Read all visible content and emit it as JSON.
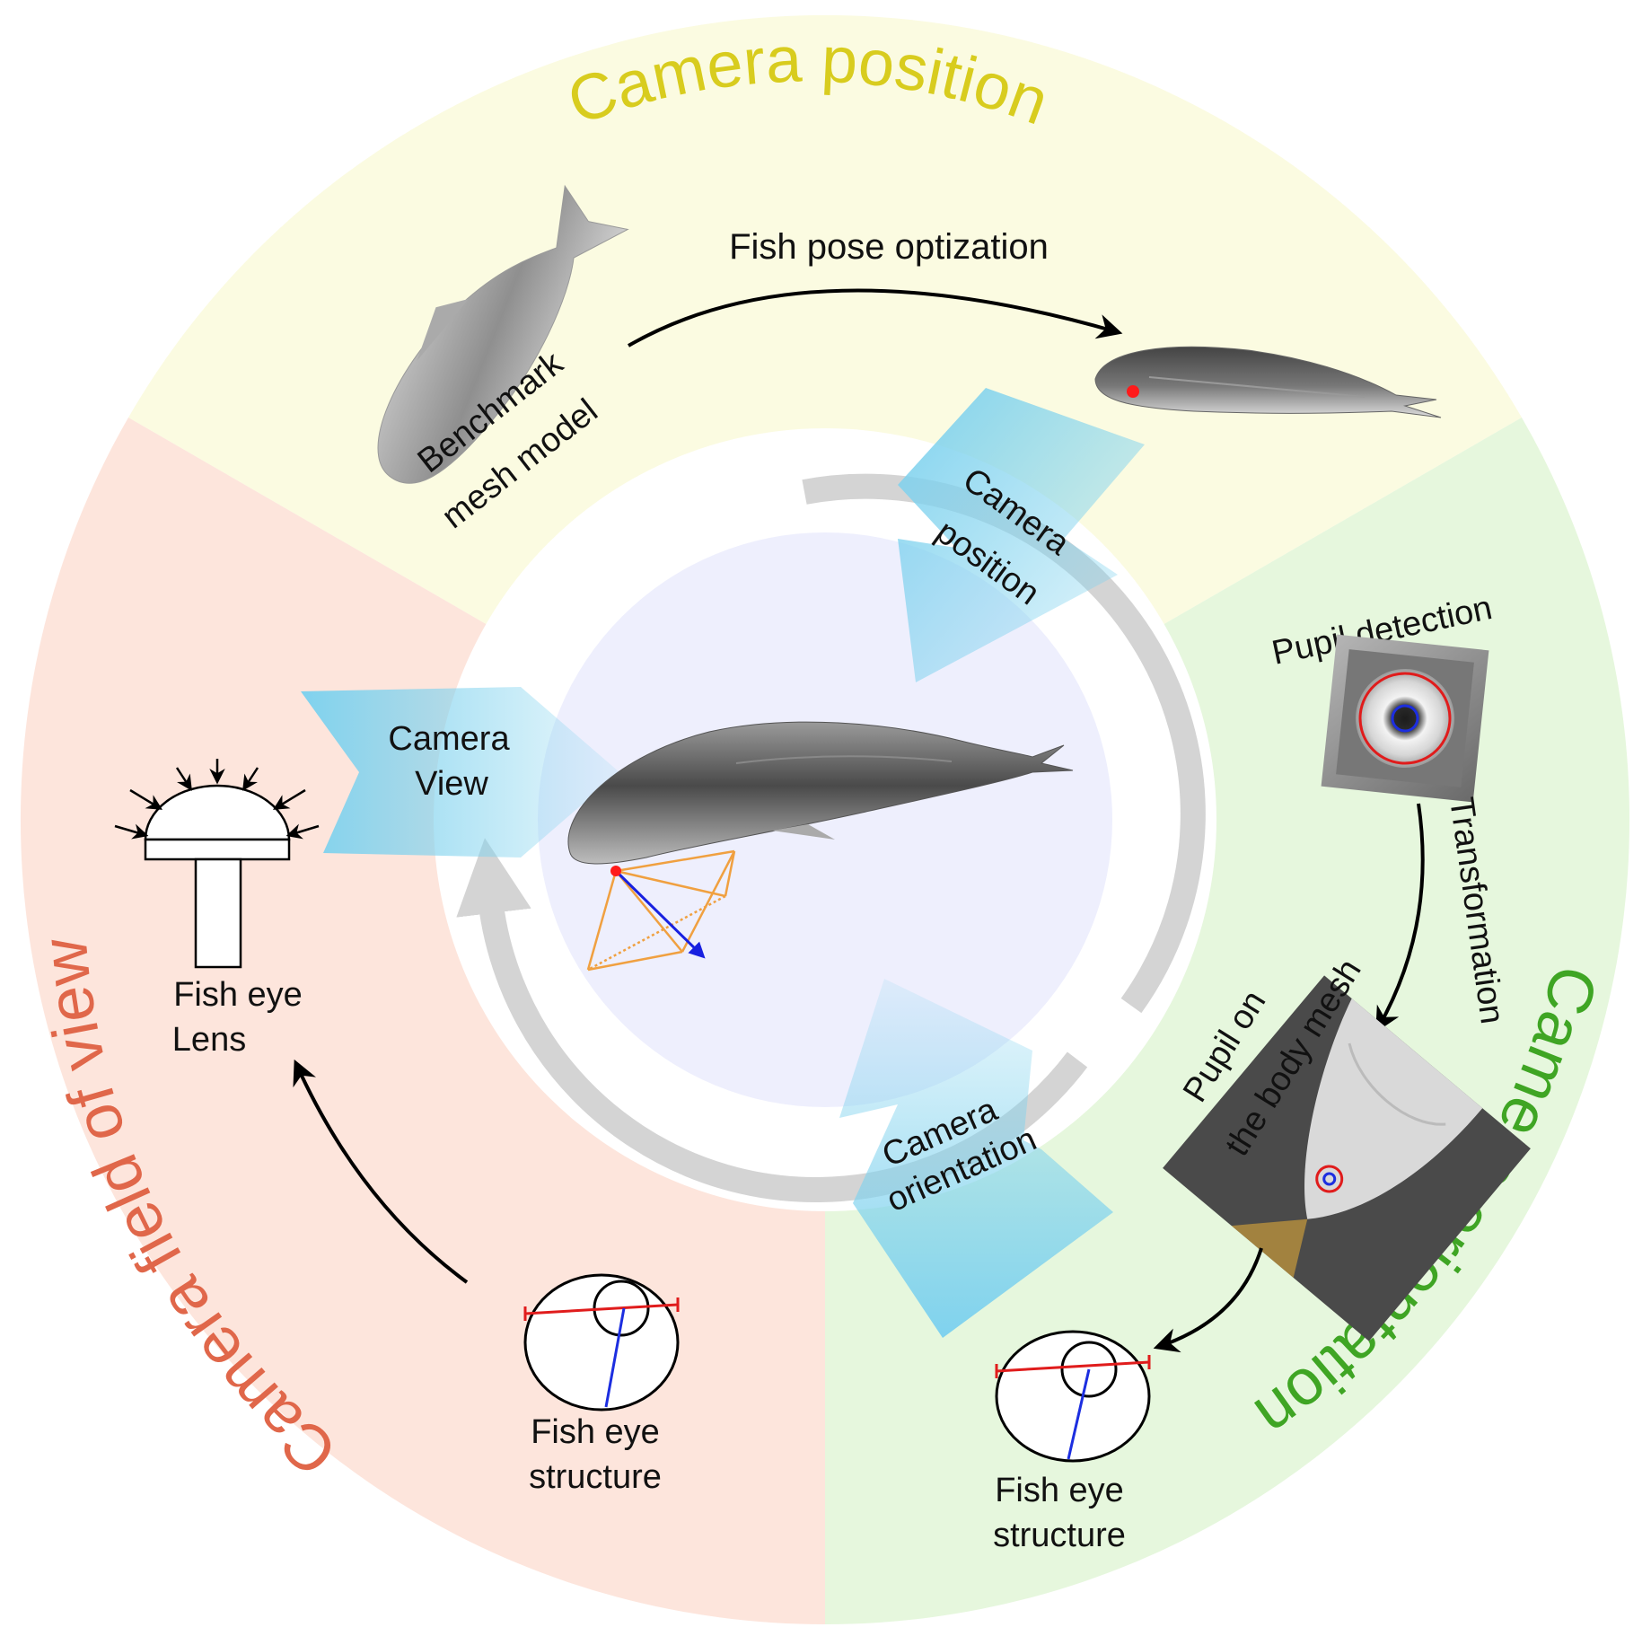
{
  "sectors": {
    "position": {
      "title": "Camera position",
      "fill": "#fbfbe1",
      "title_color": "#d8cc1e"
    },
    "orientation": {
      "title": "Camera orientation",
      "fill": "#e6f7dd",
      "title_color": "#3fa524"
    },
    "fov": {
      "title": "Camera field of view",
      "fill": "#fde5dc",
      "title_color": "#e0674a"
    }
  },
  "center_fill": "#eeeffd",
  "arrow_color": "#7fd2ee",
  "labels": {
    "pose_optimization": "Fish pose optization",
    "benchmark_line1": "Benchmark",
    "benchmark_line2": "mesh model",
    "pupil_detection": "Pupil detection",
    "transformation": "Transformation",
    "pupil_mesh_line1": "Pupil on",
    "pupil_mesh_line2": "the body mesh",
    "eye_structure_right_line1": "Fish eye",
    "eye_structure_right_line2": "structure",
    "eye_structure_left_line1": "Fish eye",
    "eye_structure_left_line2": "structure",
    "lens_line1": "Fish eye",
    "lens_line2": "Lens"
  },
  "inward_arrows": {
    "position_line1": "Camera",
    "position_line2": "position",
    "orientation_line1": "Camera",
    "orientation_line2": "orientation",
    "view_line1": "Camera",
    "view_line2": "View"
  }
}
